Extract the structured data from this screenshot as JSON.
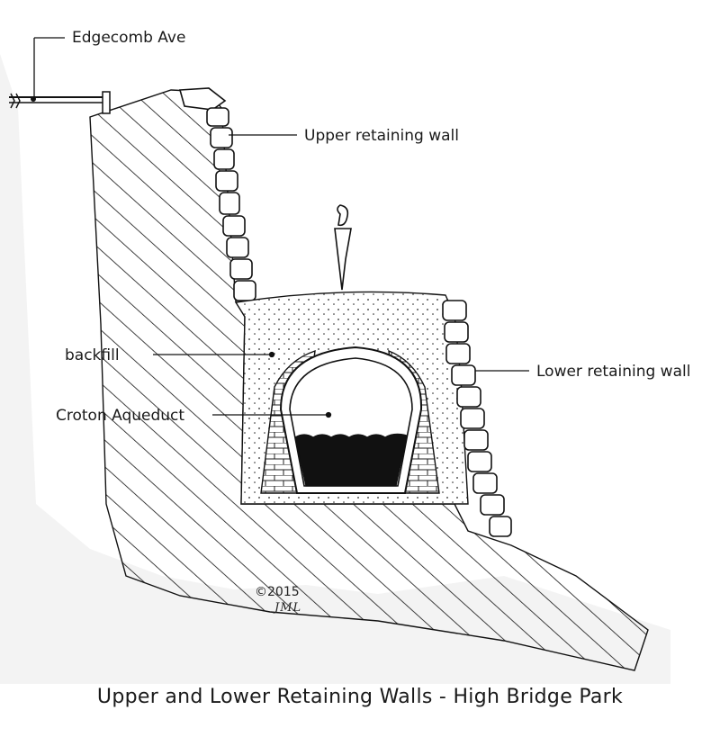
{
  "labels": {
    "edgecomb": "Edgecomb Ave",
    "upper_wall": "Upper retaining wall",
    "lower_wall": "Lower retaining wall",
    "backfill": "backfill",
    "aqueduct": "Croton Aqueduct"
  },
  "copyright": "©2015",
  "signature": "JML",
  "caption": "Upper and Lower Retaining Walls - High Bridge Park"
}
